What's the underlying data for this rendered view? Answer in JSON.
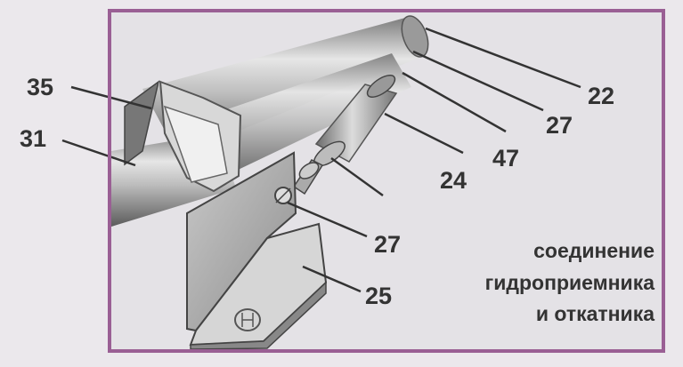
{
  "labels": {
    "n35": "35",
    "n31": "31",
    "n22": "22",
    "n27_top": "27",
    "n47": "47",
    "n24": "24",
    "n27_mid": "27",
    "n25": "25"
  },
  "caption": {
    "line1": "соединение",
    "line2": "гидроприемника",
    "line3": "и откатника"
  },
  "colors": {
    "frame": "#9a5f94",
    "background": "#ebe8ec",
    "ink": "#333333"
  }
}
